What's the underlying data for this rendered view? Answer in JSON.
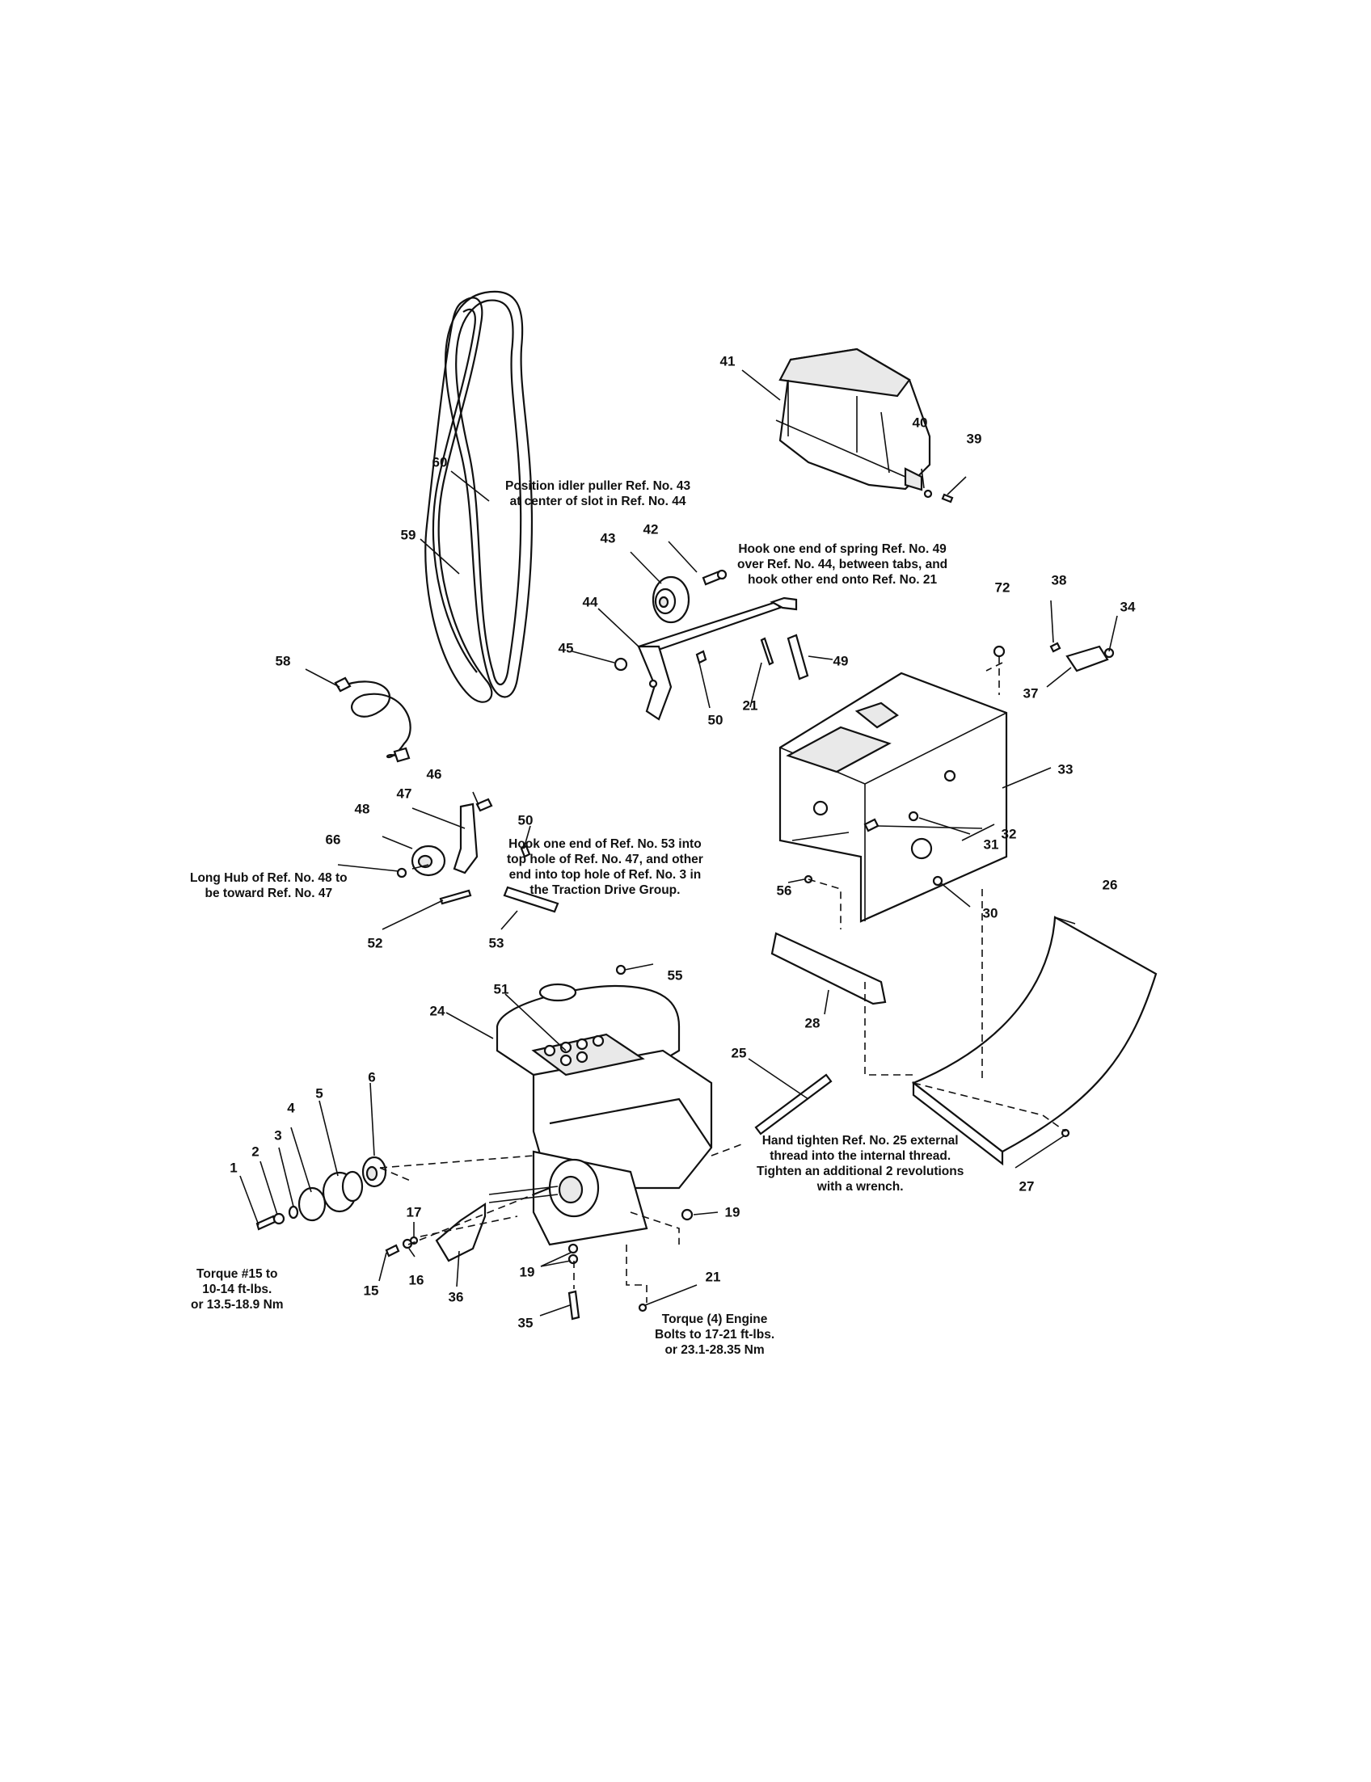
{
  "callouts": {
    "c1": "1",
    "c2": "2",
    "c3": "3",
    "c4": "4",
    "c5": "5",
    "c6": "6",
    "c15": "15",
    "c16": "16",
    "c17": "17",
    "c19a": "19",
    "c19b": "19",
    "c21a": "21",
    "c21b": "21",
    "c24": "24",
    "c25": "25",
    "c26": "26",
    "c27": "27",
    "c28": "28",
    "c30": "30",
    "c31": "31",
    "c32": "32",
    "c33": "33",
    "c34": "34",
    "c35": "35",
    "c36": "36",
    "c37": "37",
    "c38": "38",
    "c39": "39",
    "c40": "40",
    "c41": "41",
    "c42": "42",
    "c43": "43",
    "c44": "44",
    "c45": "45",
    "c46": "46",
    "c47": "47",
    "c48": "48",
    "c49": "49",
    "c50a": "50",
    "c50b": "50",
    "c51": "51",
    "c52": "52",
    "c53": "53",
    "c55": "55",
    "c56": "56",
    "c58": "58",
    "c59": "59",
    "c60": "60",
    "c66": "66",
    "c72": "72"
  },
  "notes": {
    "idler": [
      "Position idler puller Ref. No. 43",
      "at center of slot in Ref. No. 44"
    ],
    "spring49": [
      "Hook one end of spring Ref. No. 49",
      "over Ref. No. 44, between tabs, and",
      "hook other end onto Ref. No. 21"
    ],
    "spring53": [
      "Hook one end of Ref. No. 53 into",
      "top hole of Ref. No. 47, and other",
      "end into top hole of Ref. No. 3 in",
      "the Traction Drive Group."
    ],
    "hub": [
      "Long Hub of Ref. No. 48 to",
      "be toward Ref. No. 47"
    ],
    "hand25": [
      "Hand tighten Ref. No. 25 external",
      "thread into the internal thread.",
      "Tighten an additional 2 revolutions",
      "with a wrench."
    ],
    "torque15": [
      "Torque #15 to",
      "10-14 ft-lbs.",
      "or 13.5-18.9 Nm"
    ],
    "torqueEngine": [
      "Torque (4) Engine",
      "Bolts to 17-21 ft-lbs.",
      "or 23.1-28.35 Nm"
    ]
  }
}
